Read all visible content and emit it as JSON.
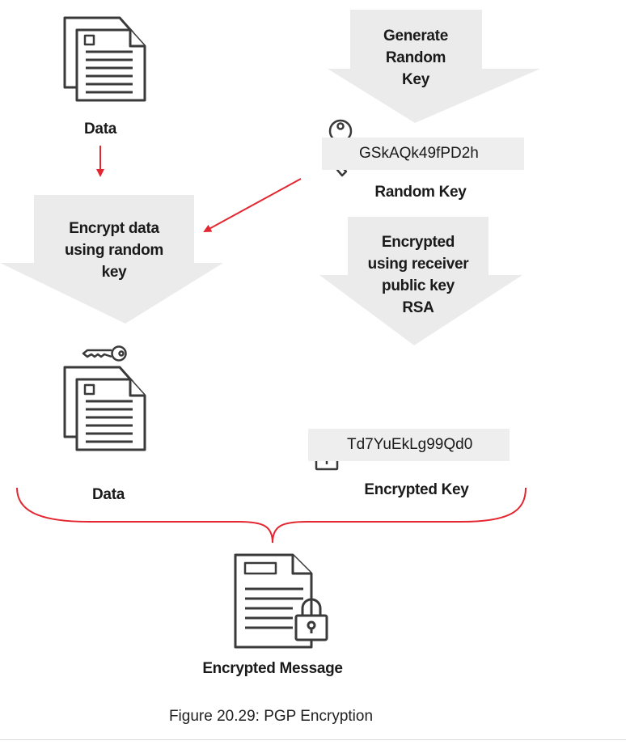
{
  "step_generate": "Generate\nRandom\nKey",
  "step_encrypt_data": "Encrypt data\nusing random\nkey",
  "step_encrypt_key": "Encrypted\nusing receiver\npublic key\nRSA",
  "data_top_label": "Data",
  "data_bottom_label": "Data",
  "random_key_value": "GSkAQk49fPD2h",
  "random_key_label": "Random Key",
  "encrypted_key_value": "Td7YuEkLg99Qd0",
  "encrypted_key_label": "Encrypted Key",
  "message_label": "Encrypted Message",
  "caption": "Figure 20.29: PGP Encryption",
  "colors": {
    "arrow_gray": "#ebebeb",
    "accent_red": "#e3262f",
    "icon_stroke": "#3a3a3a",
    "key_box": "#eeeeee"
  },
  "icons": {
    "document_top": "document-icon",
    "document_bottom": "document-icon",
    "key_top": "key-icon",
    "key_small": "key-icon",
    "padlock": "padlock-icon",
    "message": "locked-document-icon"
  }
}
